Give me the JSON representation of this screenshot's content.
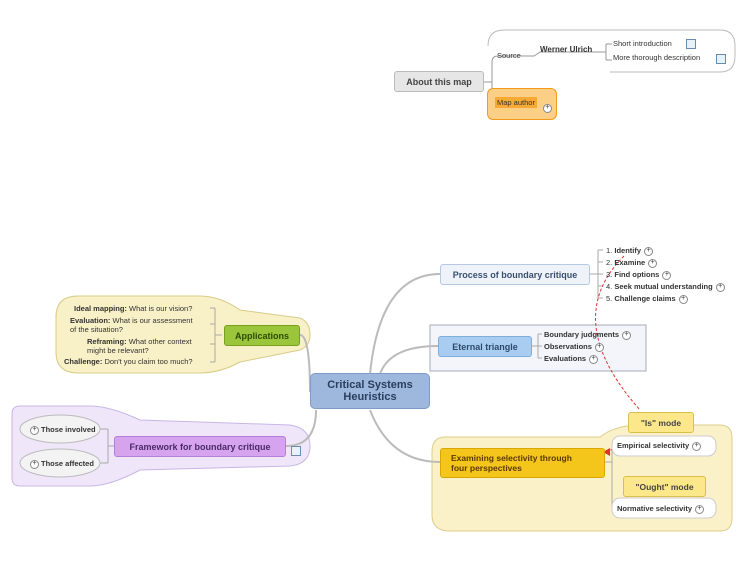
{
  "about": {
    "title": "About this map",
    "source_label": "Source",
    "author_name": "Werner Ulrich",
    "short_intro": "Short introduction",
    "long_desc": "More thorough description",
    "map_author": "Map author"
  },
  "central": {
    "line1": "Critical Systems",
    "line2": "Heuristics"
  },
  "process": {
    "title": "Process of boundary critique",
    "steps": [
      {
        "num": "1.",
        "label": "Identify"
      },
      {
        "num": "2.",
        "label": "Examine"
      },
      {
        "num": "3.",
        "label": "Find options"
      },
      {
        "num": "4.",
        "label": "Seek mutual understanding"
      },
      {
        "num": "5.",
        "label": "Challenge claims"
      }
    ]
  },
  "triangle": {
    "title": "Eternal triangle",
    "items": [
      "Boundary judgments",
      "Observations",
      "Evaluations"
    ]
  },
  "selectivity": {
    "title_line1": "Examining selectivity through",
    "title_line2": "four perspectives",
    "is_mode": "\"Is\" mode",
    "empirical": "Empirical selectivity",
    "ought_mode": "\"Ought\" mode",
    "normative": "Normative selectivity"
  },
  "applications": {
    "title": "Applications",
    "items": [
      {
        "bold": "Ideal mapping:",
        "text": "What is our vision?"
      },
      {
        "bold": "Evaluation:",
        "text": "What is our assessment",
        "text2": "of the situation?"
      },
      {
        "bold": "Reframing:",
        "text": "What other context",
        "text2": "might be relevant?"
      },
      {
        "bold": "Challenge:",
        "text": "Don't you claim too much?"
      }
    ]
  },
  "framework": {
    "title": "Framework for boundary critique",
    "involved": "Those involved",
    "affected": "Those affected"
  },
  "colors": {
    "central": "#9db8dc",
    "process": "#eef3fa",
    "triangle": "#a9cdf0",
    "selectivity": "#f4c51a",
    "applications": "#9bc53a",
    "framework": "#d6a4ee",
    "about": "#e6e6e6",
    "map_author": "#f8a933"
  }
}
